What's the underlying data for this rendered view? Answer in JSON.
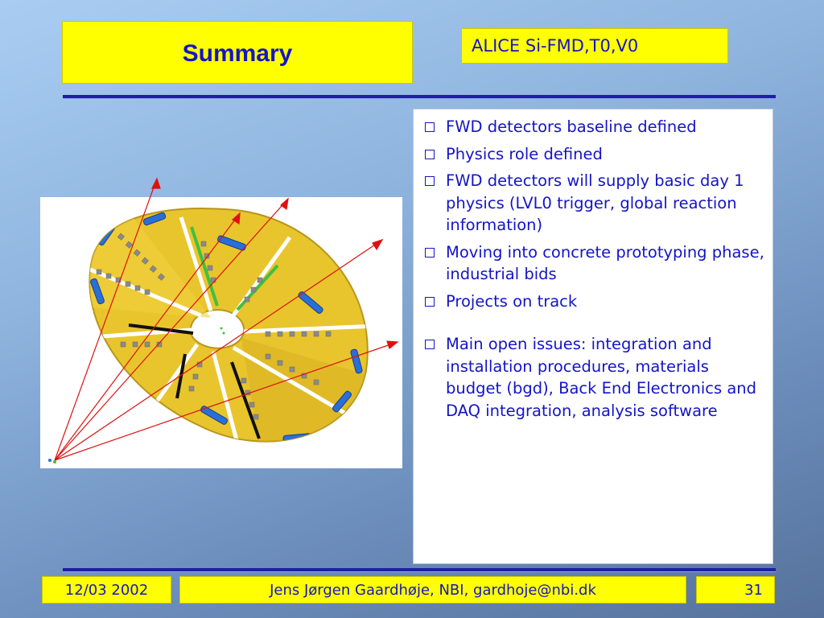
{
  "slide": {
    "title": "Summary",
    "tag": "ALICE Si-FMD,T0,V0"
  },
  "bullets": [
    "FWD detectors baseline defined",
    "Physics role defined",
    "FWD detectors will supply basic day 1 physics (LVL0 trigger, global reaction information)",
    "Moving into concrete prototyping phase, industrial bids",
    "Projects on track",
    "Main open issues: integration and installation procedures, materials budget (bgd), Back End Electronics and DAQ integration, analysis software"
  ],
  "footer": {
    "date": "12/03 2002",
    "author": "Jens Jørgen Gaardhøje, NBI, gardhoje@nbi.dk",
    "page": "31"
  },
  "colors": {
    "accent_yellow": "#ffff00",
    "text_blue": "#1414c8",
    "rule_blue": "#1e1ea6",
    "detector_gold": "#e6c228",
    "arrow_red": "#e01010"
  },
  "figure": {
    "icon": "silicon-detector-ring-illustration"
  }
}
